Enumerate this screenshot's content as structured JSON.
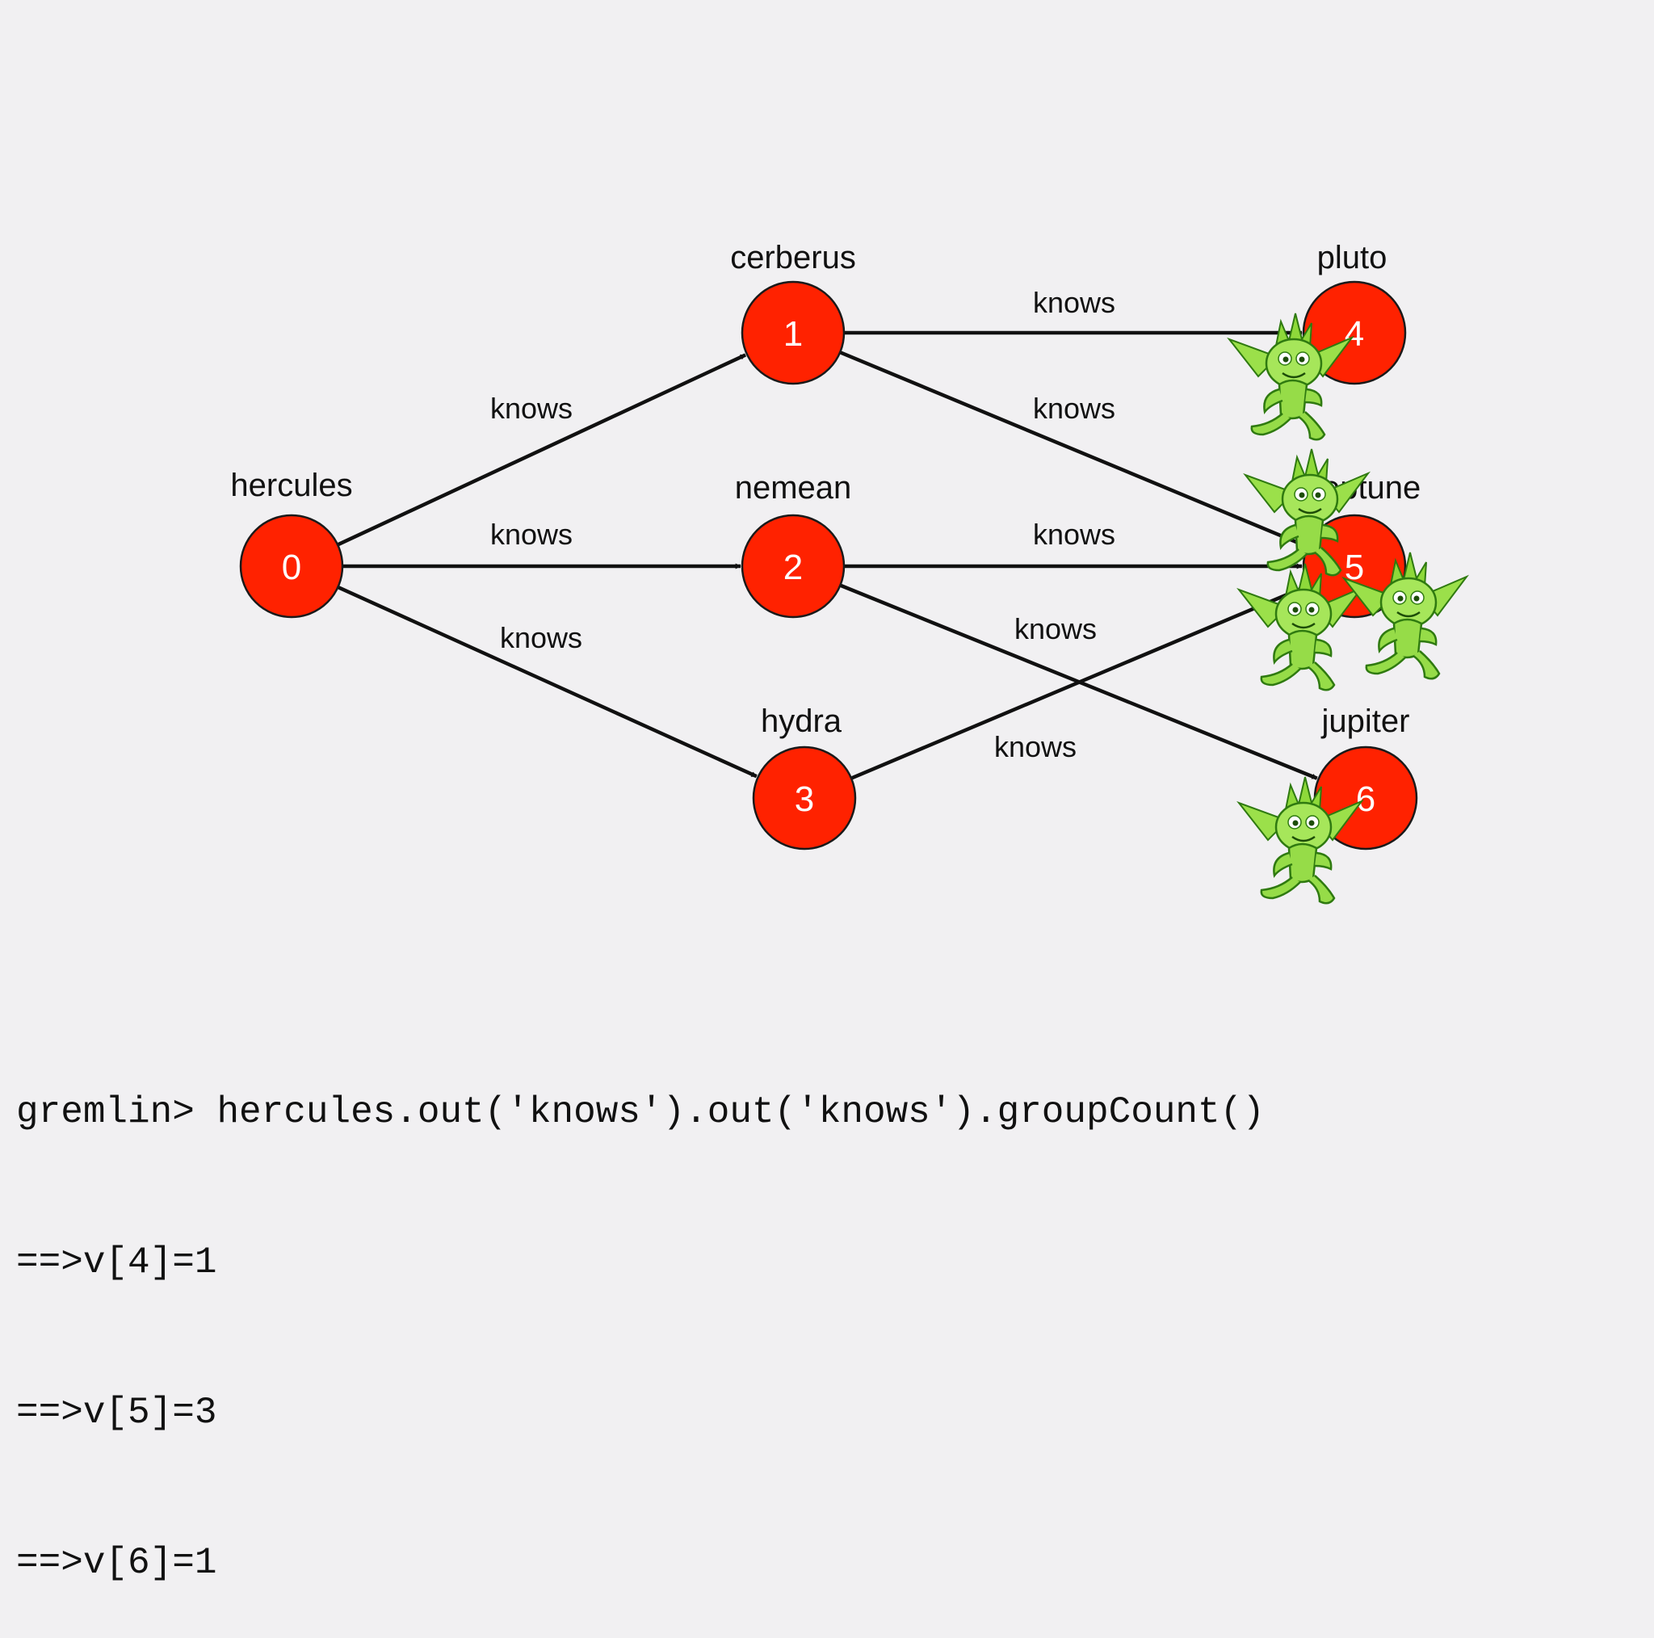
{
  "graph": {
    "node_color": "#ff2200",
    "edge_color": "#111111",
    "gremlin_color": "#8ed93a",
    "nodes": [
      {
        "id": "0",
        "label": "hercules"
      },
      {
        "id": "1",
        "label": "cerberus"
      },
      {
        "id": "2",
        "label": "nemean"
      },
      {
        "id": "3",
        "label": "hydra"
      },
      {
        "id": "4",
        "label": "pluto"
      },
      {
        "id": "5",
        "label": "neptune"
      },
      {
        "id": "6",
        "label": "jupiter"
      }
    ],
    "edges": [
      {
        "from": "0",
        "to": "1",
        "label": "knows"
      },
      {
        "from": "0",
        "to": "2",
        "label": "knows"
      },
      {
        "from": "0",
        "to": "3",
        "label": "knows"
      },
      {
        "from": "1",
        "to": "4",
        "label": "knows"
      },
      {
        "from": "1",
        "to": "5",
        "label": "knows"
      },
      {
        "from": "2",
        "to": "5",
        "label": "knows"
      },
      {
        "from": "2",
        "to": "6",
        "label": "knows"
      },
      {
        "from": "3",
        "to": "5",
        "label": "knows"
      }
    ]
  },
  "console": {
    "command": "gremlin> hercules.out('knows').out('knows').groupCount()",
    "results": [
      "==>v[4]=1",
      "==>v[5]=3",
      "==>v[6]=1"
    ]
  }
}
